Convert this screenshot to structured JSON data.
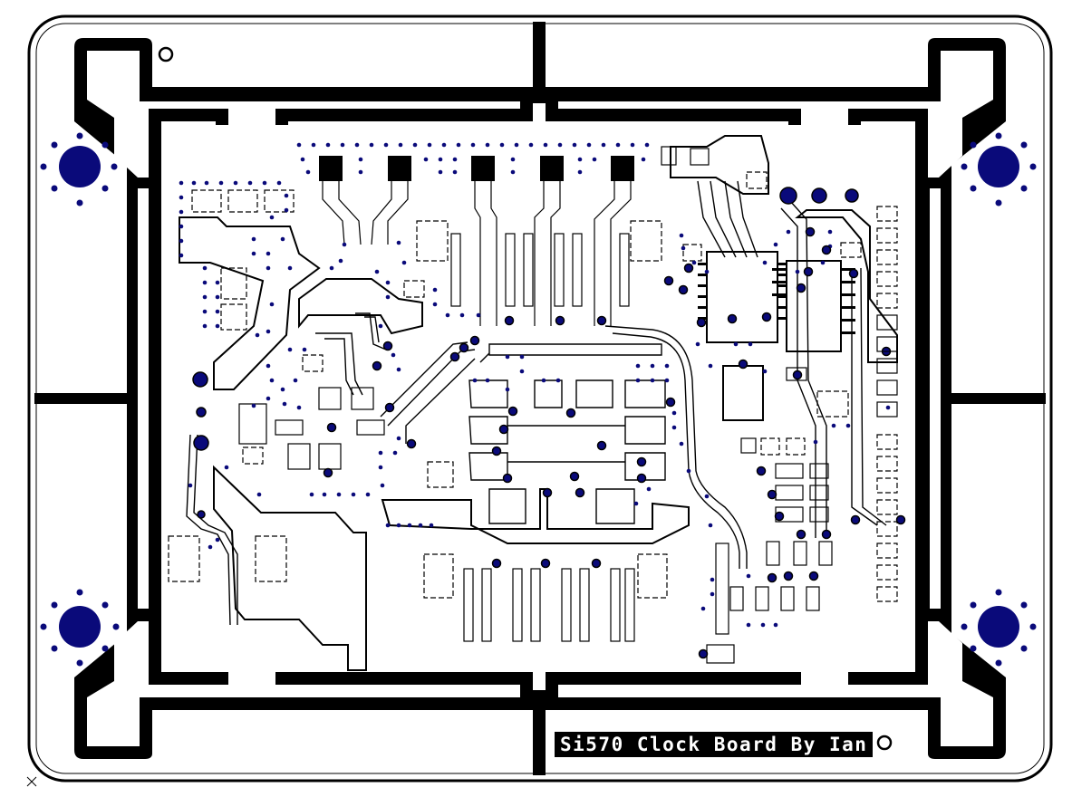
{
  "board": {
    "silkscreen_label": "Si570 Clock Board By Ian"
  },
  "colors": {
    "background": "#ffffff",
    "copper": "#000000",
    "via": "#0a0a7a"
  },
  "components": {
    "mounting_holes": 4,
    "ic_chips": 3,
    "edge_connector_pins": 9
  }
}
